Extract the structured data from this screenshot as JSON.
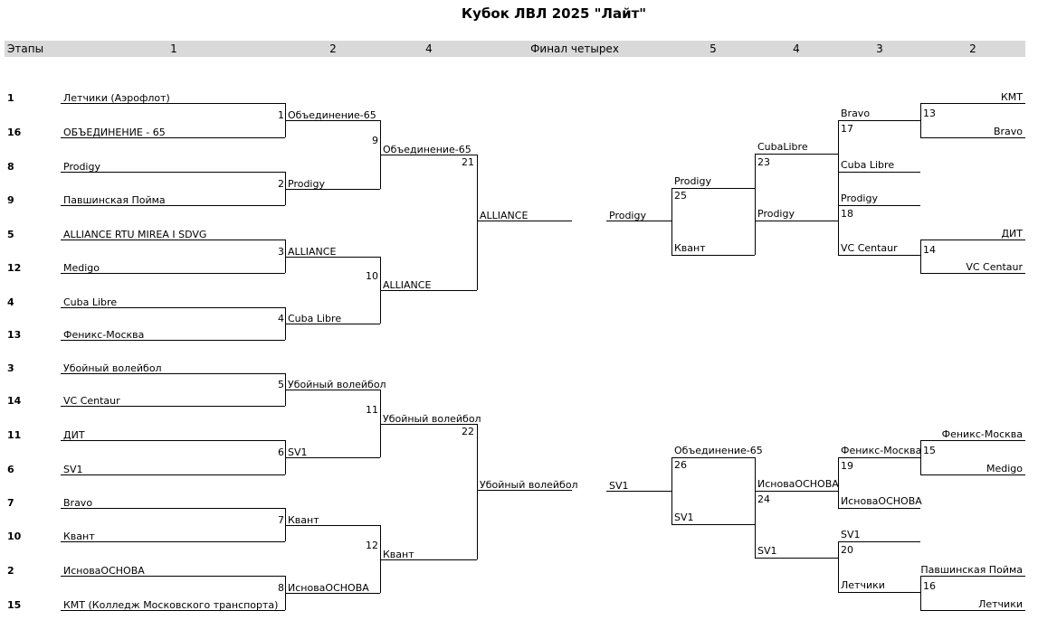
{
  "title": "Кубок ЛВЛ 2025 \"Лайт\"",
  "header": {
    "col_label": "Этапы",
    "rounds": [
      "1",
      "2",
      "4",
      "Финал четырех",
      "5",
      "4",
      "3",
      "2"
    ]
  },
  "seeds": [
    "1",
    "16",
    "8",
    "9",
    "5",
    "12",
    "4",
    "13",
    "3",
    "14",
    "11",
    "6",
    "7",
    "10",
    "2",
    "15"
  ],
  "round1_teams": [
    "Летчики (Аэрофлот)",
    "ОБЪЕДИНЕНИЕ - 65",
    "Prodigy",
    "Павшинская Пойма",
    "ALLIANCE RTU MIREA I SDVG",
    "Medigo",
    "Cuba Libre",
    "Феникс-Москва",
    "Убойный волейбол",
    "VC Centaur",
    "ДИТ",
    "SV1",
    "Bravo",
    "Квант",
    "ИсноваОСНОВА",
    "КМТ (Колледж Московского транспорта)"
  ],
  "round1_match_nums": [
    "1",
    "2",
    "3",
    "4",
    "5",
    "6",
    "7",
    "8"
  ],
  "round2_winners": [
    "Объединение-65",
    "Prodigy",
    "ALLIANCE",
    "Cuba Libre",
    "Убойный волейбол",
    "SV1",
    "Квант",
    "ИсноваОСНОВА"
  ],
  "round2_match_nums": [
    "9",
    "10",
    "11",
    "12"
  ],
  "round3_winners": [
    "Объединение-65",
    "ALLIANCE",
    "Убойный волейбол",
    "Квант"
  ],
  "round3_match_nums": [
    "21",
    "22"
  ],
  "round4_winners": [
    "ALLIANCE",
    "Убойный волейбол"
  ],
  "losers": {
    "top_final": "Prodigy",
    "bottom_final": "SV1",
    "m25": {
      "num": "25",
      "top": "Prodigy",
      "bottom": "Квант"
    },
    "m26": {
      "num": "26",
      "top": "Объединение-65",
      "bottom": "SV1"
    },
    "m23": {
      "num": "23",
      "top": "CubaLibre",
      "bottom": "Prodigy"
    },
    "m24": {
      "num": "24",
      "top": "ИсноваОСНОВА",
      "bottom": "SV1"
    },
    "m17": {
      "num": "17",
      "top": "Bravo",
      "bottom": "Cuba Libre"
    },
    "m18": {
      "num": "18",
      "top": "Prodigy",
      "bottom": "VC Centaur"
    },
    "m19": {
      "num": "19",
      "top": "Феникс-Москва",
      "bottom": "ИсноваОСНОВА"
    },
    "m20": {
      "num": "20",
      "top": "SV1",
      "bottom": "Летчики"
    },
    "m13": {
      "num": "13",
      "top": "КМТ",
      "bottom": "Bravo"
    },
    "m14": {
      "num": "14",
      "top": "ДИТ",
      "bottom": "VC Centaur"
    },
    "m15": {
      "num": "15",
      "top": "Феникс-Москва",
      "bottom": "Medigo"
    },
    "m16": {
      "num": "16",
      "top": "Павшинская Пойма",
      "bottom": "Летчики"
    }
  }
}
